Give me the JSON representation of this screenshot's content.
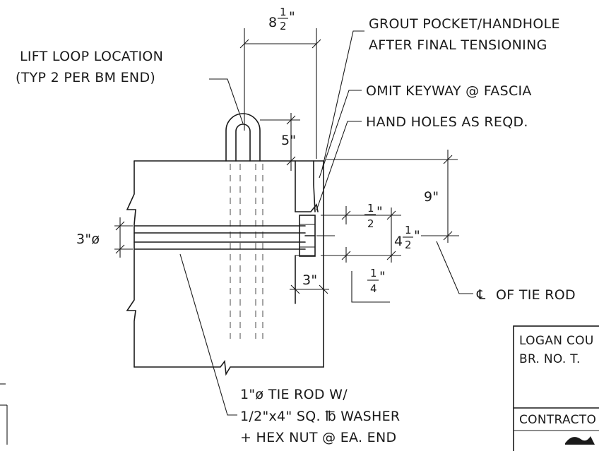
{
  "dimensions": {
    "top_width_whole": "8",
    "top_width_frac_num": "1",
    "top_width_frac_den": "2",
    "loop_offset": "5\"",
    "top_to_rod": "9\"",
    "rod_dia": "3\"ø",
    "rod_offset_num": "1",
    "rod_offset_den": "2",
    "rod_offset_unit": "\"",
    "spacing_whole": "4",
    "spacing_num": "1",
    "spacing_den": "2",
    "spacing_unit": "\"",
    "quarter_num": "1",
    "quarter_den": "4",
    "quarter_unit": "\"",
    "keyway_depth": "3\""
  },
  "callouts": {
    "lift_loop_line1": "LIFT LOOP LOCATION",
    "lift_loop_line2": "(TYP 2 PER BM END)",
    "grout_line1": "GROUT POCKET/HANDHOLE",
    "grout_line2": "AFTER FINAL TENSIONING",
    "omit_keyway": "OMIT KEYWAY @ FASCIA",
    "hand_holes": "HAND HOLES AS REQD.",
    "centerline_symbol": "℄",
    "centerline_text": "OF TIE ROD",
    "tie_rod_line1": "1\"ø TIE ROD W/",
    "tie_rod_line2": "1/2\"x4\" SQ. ℔ WASHER",
    "tie_rod_line3": "+ HEX NUT @ EA. END"
  },
  "title_block": {
    "county": "LOGAN COU",
    "bridge_no": "BR. NO. T.",
    "contractor": "CONTRACTO"
  }
}
